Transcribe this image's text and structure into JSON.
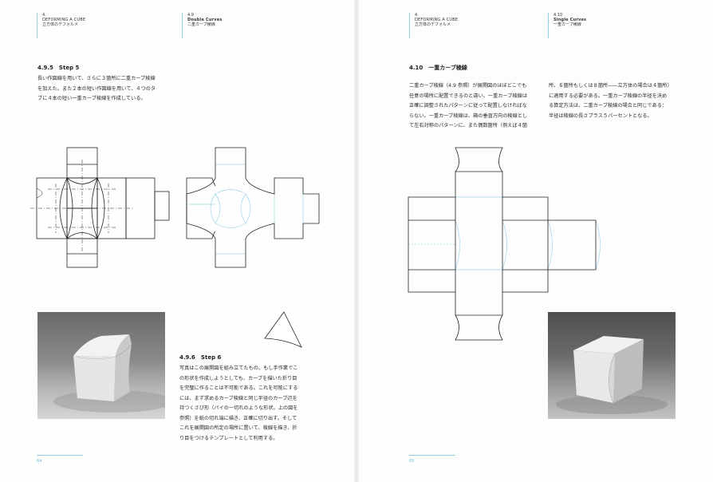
{
  "left_page": {
    "header_section": {
      "num": "4.",
      "en": "DEFORMING A CUBE",
      "jp": "立方体のデフォルメ"
    },
    "header_sub": {
      "num": "4.9",
      "en": "Double Curves",
      "jp": "二重カーブ稜線"
    },
    "step5": {
      "title": "4.9.5　Step 5",
      "text": "長い作図線を用いて、さらに３箇所に二重カーブ稜線\nを加えた。また２本の短い作図線を用いて、４つのタ\nブに４本の短い一重カーブ稜線を作成している。"
    },
    "step6": {
      "title": "4.9.6　Step 6",
      "text": "写真はこの展開図を組み立てたもの。もし手作業でこ\nの形状を作成しようとしても、カーブを描いた折り目\nを完璧に作ることは不可能である。これを可能にする\nには、まず求めるカーブ稜線と同じ半径のカーブ辺を\n持つくさび形（パイの一切れのような形状。上の図を\n参照）を紙の切れ端に描き、正確に切り出す。そして\nこれを展開図の所定の場所に置いて、稜線を描き、折\nり目をつけるテンプレートとして利用する。"
    },
    "folio": "64"
  },
  "right_page": {
    "header_section": {
      "num": "4.",
      "en": "DEFORMING A CUBE",
      "jp": "立方体のデフォルメ"
    },
    "header_sub": {
      "num": "4.10",
      "en": "Single Curves",
      "jp": "一重カーブ稜線"
    },
    "section": {
      "title": "4.10　一重カーブ稜線",
      "text_col1": "二重カーブ稜線（4.9 参照）が展開図のほぼどこでも\n任意の場所に配置できるのと違い、一重カーブ稜線は\n正確に調整されたパターンに従って配置しなければな\nらない。一重カーブ稜線は、箱の垂直方向の稜線とし\nて左右対称のパターンに、また偶数箇所（例えば４箇",
      "text_col2": "所、６箇所もしくは８箇所――立方体の場合は４箇所）\nに適用する必要がある。一重カーブ稜線の半径を決め\nる算定方法は、二重カーブ稜線の場合と同じである：\n半径は稜線の長さプラス５パーセントとなる。"
    },
    "folio": "65"
  },
  "colors": {
    "accent": "#8fd0e6",
    "line": "#222222",
    "crease": "#9fd4ea"
  }
}
